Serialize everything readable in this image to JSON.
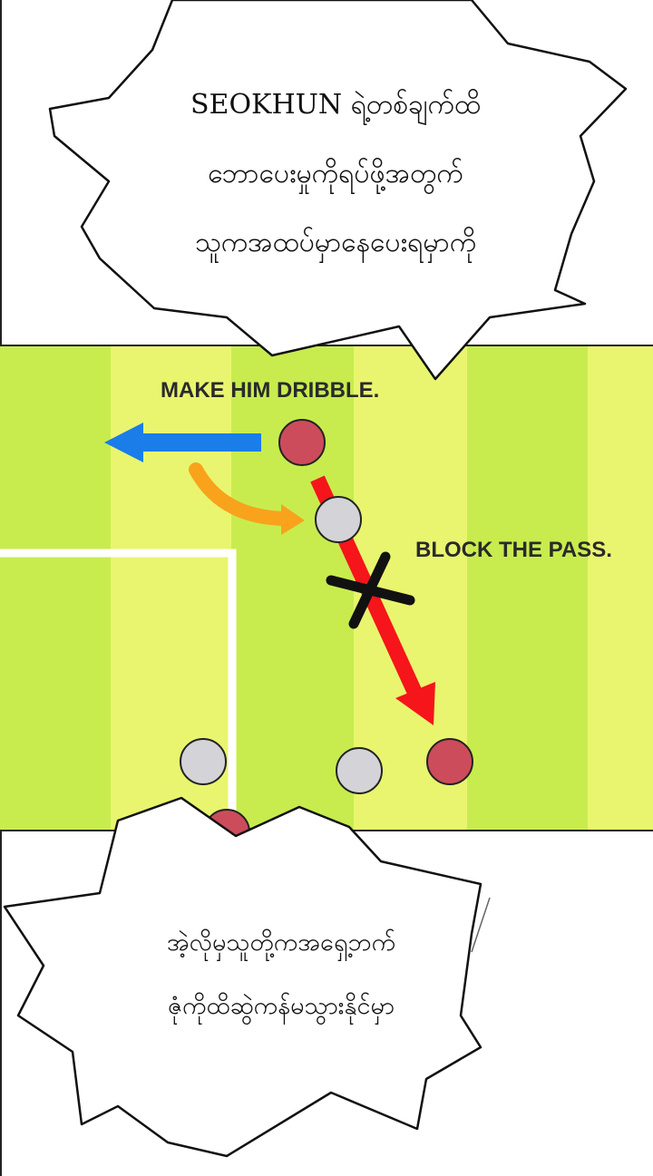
{
  "speech_top": {
    "lines": [
      "SEOKHUN ရဲ့တစ်ချက်ထိ",
      "ဘောပေးမှုကိုရပ်ဖို့အတွက်",
      "သူကအထပ်မှာနေပေးရမှာကို"
    ]
  },
  "diagram": {
    "label_dribble": "MAKE HIM DRIBBLE.",
    "label_block": "BLOCK THE PASS."
  },
  "speech_bottom": {
    "lines": [
      "အဲ့လိုမှသူတို့ကအရှေ့ဘက်",
      "ဇုံကိုထိဆွဲကန်မသွားနိုင်မှာ"
    ]
  },
  "colors": {
    "pitch_light": "#e9f56e",
    "pitch_dark": "#c8ec4e",
    "opponent": "#cc4c5b",
    "teammate": "#d3d3d8",
    "pass_arrow": "#f5151a",
    "dribble_arrow": "#1a7de8",
    "run_arrow": "#f9a21c"
  },
  "icons": [
    "arrow-left-icon",
    "curved-arrow-icon",
    "cross-icon"
  ]
}
